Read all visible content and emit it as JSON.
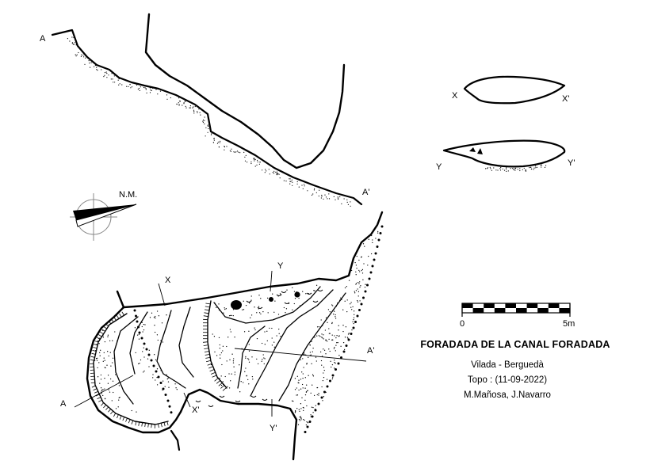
{
  "labels": {
    "profile_start": "A",
    "profile_end": "A'",
    "section_x_start": "X",
    "section_x_end": "X'",
    "section_y_start": "Y",
    "section_y_end": "Y'",
    "north": "N.M.",
    "scale_zero": "0",
    "scale_max": "5m",
    "plan_x": "X",
    "plan_y": "Y",
    "plan_a": "A",
    "plan_a_end": "A'",
    "plan_x_end": "X'",
    "plan_y_end": "Y'"
  },
  "scale_bar": {
    "length_m": 5,
    "segments": 10
  },
  "info": {
    "title": "FORADADA DE LA CANAL FORADADA",
    "location": "Vilada - Berguedà",
    "topo": "Topo : (11-09-2022)",
    "authors": "M.Mañosa, J.Navarro"
  },
  "colors": {
    "ink": "#000000",
    "paper": "#ffffff"
  }
}
